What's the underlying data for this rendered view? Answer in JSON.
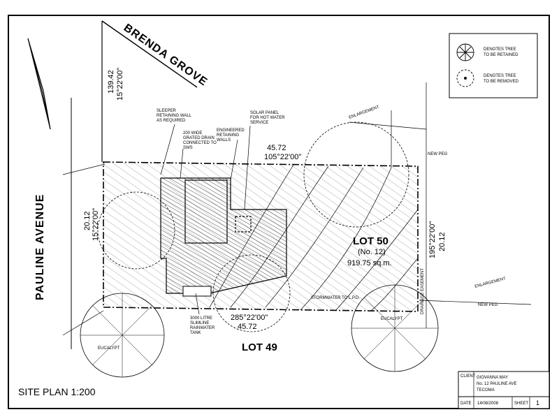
{
  "streets": {
    "brenda": "BRENDA GROVE",
    "pauline": "PAULINE AVENUE"
  },
  "lots": {
    "lot50": "LOT 50",
    "lot50_no": "(No. 12)",
    "lot50_area": "919.75 sq.m.",
    "lot49": "LOT 49"
  },
  "dimensions": {
    "top_len": "45.72",
    "top_bearing": "105°22'00\"",
    "bottom_bearing": "285°22'00\"",
    "bottom_len": "45.72",
    "right_bearing": "195°22'00\"",
    "right_len": "20.12",
    "left_len": "20.12",
    "left_bearing": "15°22'00\"",
    "corner_len": "139.42",
    "corner_bearing": "15°22'00\""
  },
  "annotations": {
    "sleeper_1": "SLEEPER",
    "sleeper_2": "RETAINING WALL",
    "sleeper_3": "AS REQUIRED",
    "drain_1": "200 WIDE",
    "drain_2": "GRATED DRAIN",
    "drain_3": "CONNECTED TO",
    "drain_4": "SWS",
    "eng_1": "ENGINEERED",
    "eng_2": "RETAINING",
    "eng_3": "WALLS",
    "solar_1": "SOLAR PANEL",
    "solar_2": "FOR HOT WATER",
    "solar_3": "SERVICE",
    "tank_1": "3000 LITRE",
    "tank_2": "SLIMLINE",
    "tank_3": "RAINWATER",
    "tank_4": "TANK",
    "enlargement_top": "ENLARGEMENT",
    "enlargement_right": "ENLARGEMENT",
    "stormwater": "STORMWATER TO L.P.D.",
    "drainage": "DRAINAGE EASEMENT",
    "new_peg": "NEW PEG",
    "eucalypt": "EUCALYPT"
  },
  "legend": {
    "retained_1": "DENOTES TREE",
    "retained_2": "TO BE RETAINED",
    "removed_1": "DENOTES TREE",
    "removed_2": "TO BE REMOVED"
  },
  "title": "SITE PLAN 1:200",
  "title_block": {
    "client_label": "CLIENT",
    "client_1": "GIOVANNA MAY",
    "client_2": "No. 12 PAULINE AVE",
    "client_3": "TECOMA",
    "date_label": "DATE",
    "date": "14/08/2008",
    "sheet_label": "SHEET",
    "sheet": "1"
  }
}
